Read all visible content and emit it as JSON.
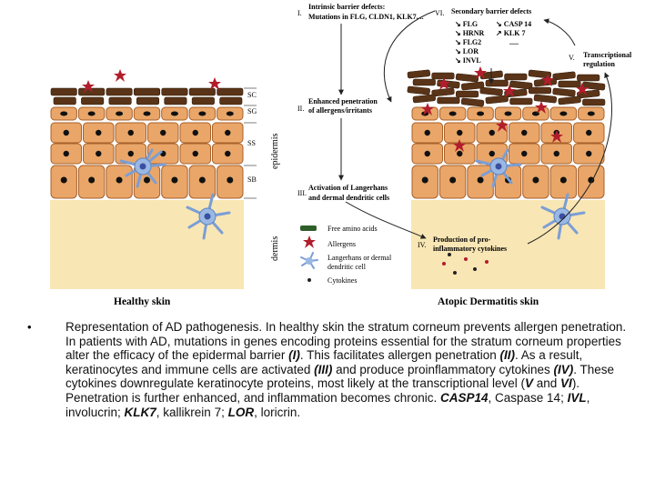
{
  "labels": {
    "healthy_title": "Healthy skin",
    "ad_title": "Atopic Dermatitis skin",
    "sc": "SC",
    "sg": "SG",
    "ss": "SS",
    "sb": "SB",
    "epidermis": "epidermis",
    "dermis": "dermis"
  },
  "steps": {
    "i_num": "I.",
    "i_line1": "Intrinsic barrier defects:",
    "i_line2": "Mutations in FLG, CLDN1, KLK7,...",
    "ii_num": "II.",
    "ii_line1": "Enhanced penetration",
    "ii_line2": "of allergens/irritants",
    "iii_num": "III.",
    "iii_line1": "Activation of Langerhans",
    "iii_line2": "and dermal dendritic cells",
    "iv_num": "IV.",
    "iv_line1": "Production of pro-",
    "iv_line2": "inflammatory cytokines",
    "v_num": "V.",
    "v_line1": "Transcriptional",
    "v_line2": "regulation",
    "vi_num": "VI.",
    "vi_title": "Secondary barrier defects",
    "vi_left": [
      "FLG",
      "HRNR",
      "FLG2",
      "LOR",
      "INVL"
    ],
    "vi_right": [
      "CASP 14",
      "KLK 7",
      "....."
    ]
  },
  "legend": {
    "free_amino_acids": "Free amino acids",
    "allergens": "Allergens",
    "langerhans_line1": "Langerhans or dermal",
    "langerhans_line2": "dendritic cell",
    "cytokines": "Cytokines"
  },
  "caption": {
    "bullet": "•",
    "t1": "Representation of AD pathogenesis. In healthy skin the stratum corneum prevents allergen penetration. In patients with AD, mutations in genes encoding proteins essential for the stratum corneum properties alter the efficacy of the epidermal barrier ",
    "r1": "(I)",
    "t2": ". This facilitates allergen penetration ",
    "r2": "(II)",
    "t3": ". As a result, keratinocytes and immune cells are activated ",
    "r3": "(III)",
    "t4": " and produce proinflammatory cytokines ",
    "r4": "(IV)",
    "t5": ". These cytokines downregulate keratinocyte proteins, most likely at the transcriptional level (",
    "r5": "V",
    "t6": " and ",
    "r6": "VI",
    "t7": "). Penetration is further enhanced, and inflammation becomes chronic. ",
    "g1": "CASP14",
    "t8": ", Caspase 14; ",
    "g2": "IVL",
    "t9": ", involucrin; ",
    "g3": "KLK7",
    "t10": ", kallikrein 7; ",
    "g4": "LOR",
    "t11": ", loricrin."
  },
  "colors": {
    "cell_fill": "#e9a668",
    "cell_stroke": "#a8602a",
    "dermis": "#f8e6b4",
    "cornified": "#5a3418",
    "allergen": "#b21d2c",
    "langerhans": "#7a9ed6",
    "nucleus": "#111111"
  }
}
